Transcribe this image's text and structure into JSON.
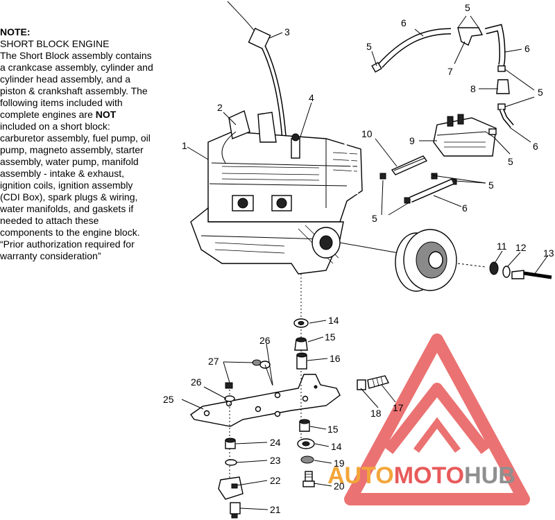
{
  "note": {
    "heading": "NOTE:",
    "subheading": "SHORT BLOCK ENGINE",
    "body_part1": "The Short Block assembly contains a crankcase assembly, cylinder and cylinder head assembly, and a piston & crankshaft assembly.  The following items included with complete engines are",
    "body_bold": "NOT",
    "body_part2": "included on a short block: carburetor assembly, fuel pump, oil pump, magneto assembly, starter assembly, water pump, manifold assembly - intake & exhaust, ignition coils, ignition assembly (CDI Box), spark plugs & wiring, water manifolds, and gaskets if needed to attach these components to the engine block. “Prior authorization required for warranty consideration”"
  },
  "callouts": {
    "c1": "1",
    "c2": "2",
    "c3": "3",
    "c4": "4",
    "c5a": "5",
    "c5b": "5",
    "c5c": "5",
    "c5d": "5",
    "c5e": "5",
    "c5f": "5",
    "c6a": "6",
    "c6b": "6",
    "c6c": "6",
    "c6d": "6",
    "c7": "7",
    "c8": "8",
    "c9": "9",
    "c10": "10",
    "c11": "11",
    "c12": "12",
    "c13": "13",
    "c14a": "14",
    "c14b": "14",
    "c15a": "15",
    "c15b": "15",
    "c16": "16",
    "c17": "17",
    "c18": "18",
    "c19": "19",
    "c20": "20",
    "c21": "21",
    "c22": "22",
    "c23": "23",
    "c24": "24",
    "c25": "25",
    "c26a": "26",
    "c26b": "26",
    "c27": "27"
  },
  "watermark": {
    "text_auto": "AUTO",
    "text_moto": "MOTO",
    "text_hub": "HUB",
    "color_red": "#e85a5a",
    "color_orange": "#f2a63a",
    "color_gray": "#8f8f8f"
  }
}
